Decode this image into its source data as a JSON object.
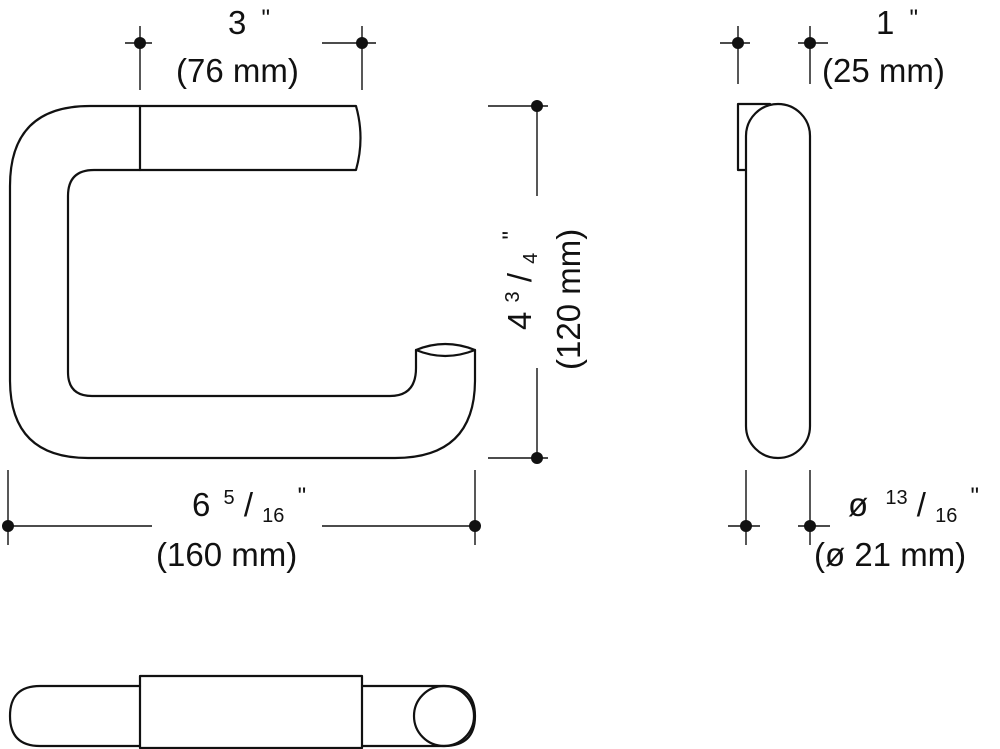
{
  "dimensions": {
    "top_width": {
      "imperial": "3",
      "unit_mark": "\"",
      "metric": "(76 mm)"
    },
    "overall_width": {
      "whole": "6",
      "num": "5",
      "den": "16",
      "unit_mark": "\"",
      "metric": "(160 mm)"
    },
    "height": {
      "whole": "4",
      "num": "3",
      "den": "4",
      "unit_mark": "\"",
      "metric": "(120 mm)"
    },
    "depth": {
      "imperial": "1",
      "unit_mark": "\"",
      "metric": "(25 mm)"
    },
    "diameter": {
      "symbol": "ø",
      "num": "13",
      "den": "16",
      "unit_mark": "\"",
      "metric": "(ø 21 mm)"
    }
  },
  "colors": {
    "line": "#111111",
    "background": "#ffffff"
  }
}
